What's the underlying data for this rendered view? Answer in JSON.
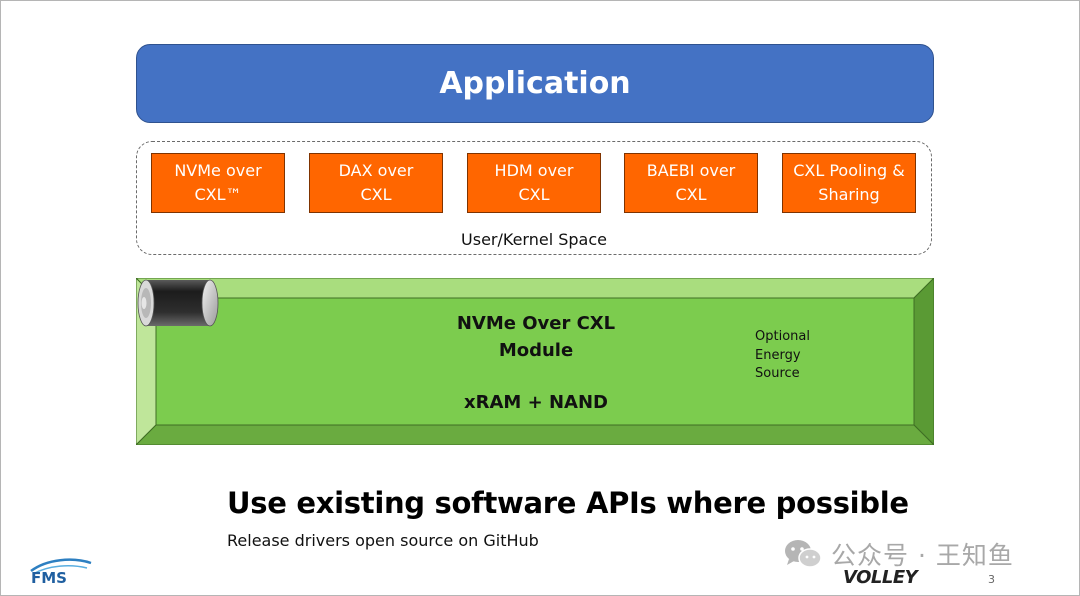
{
  "application_label": "Application",
  "kernel_space": {
    "label": "User/Kernel Space",
    "boxes": [
      {
        "line1": "NVMe over",
        "line2": "CXL™"
      },
      {
        "line1": "DAX over",
        "line2": "CXL"
      },
      {
        "line1": "HDM over",
        "line2": "CXL"
      },
      {
        "line1": "BAEBI over",
        "line2": "CXL"
      },
      {
        "line1": "CXL Pooling &",
        "line2": "Sharing"
      }
    ]
  },
  "module": {
    "title_line1": "NVMe Over CXL",
    "title_line2": "Module",
    "subtitle": "xRAM + NAND",
    "energy_line1": "Optional",
    "energy_line2": "Energy",
    "energy_line3": "Source"
  },
  "headline": "Use existing software APIs where possible",
  "subline": "Release drivers open source on GitHub",
  "footer": {
    "fms_logo": "FMS",
    "watermark": "公众号 · 王知鱼",
    "volley_logo": "VOLLEY",
    "page_number": "3"
  },
  "colors": {
    "application": "#4472c4",
    "kernel_box": "#ff6600",
    "module_face": "#7ccc4e",
    "module_bevel": "#a9dd7e"
  },
  "icons": [
    "battery-icon",
    "wechat-icon",
    "fms-logo"
  ]
}
